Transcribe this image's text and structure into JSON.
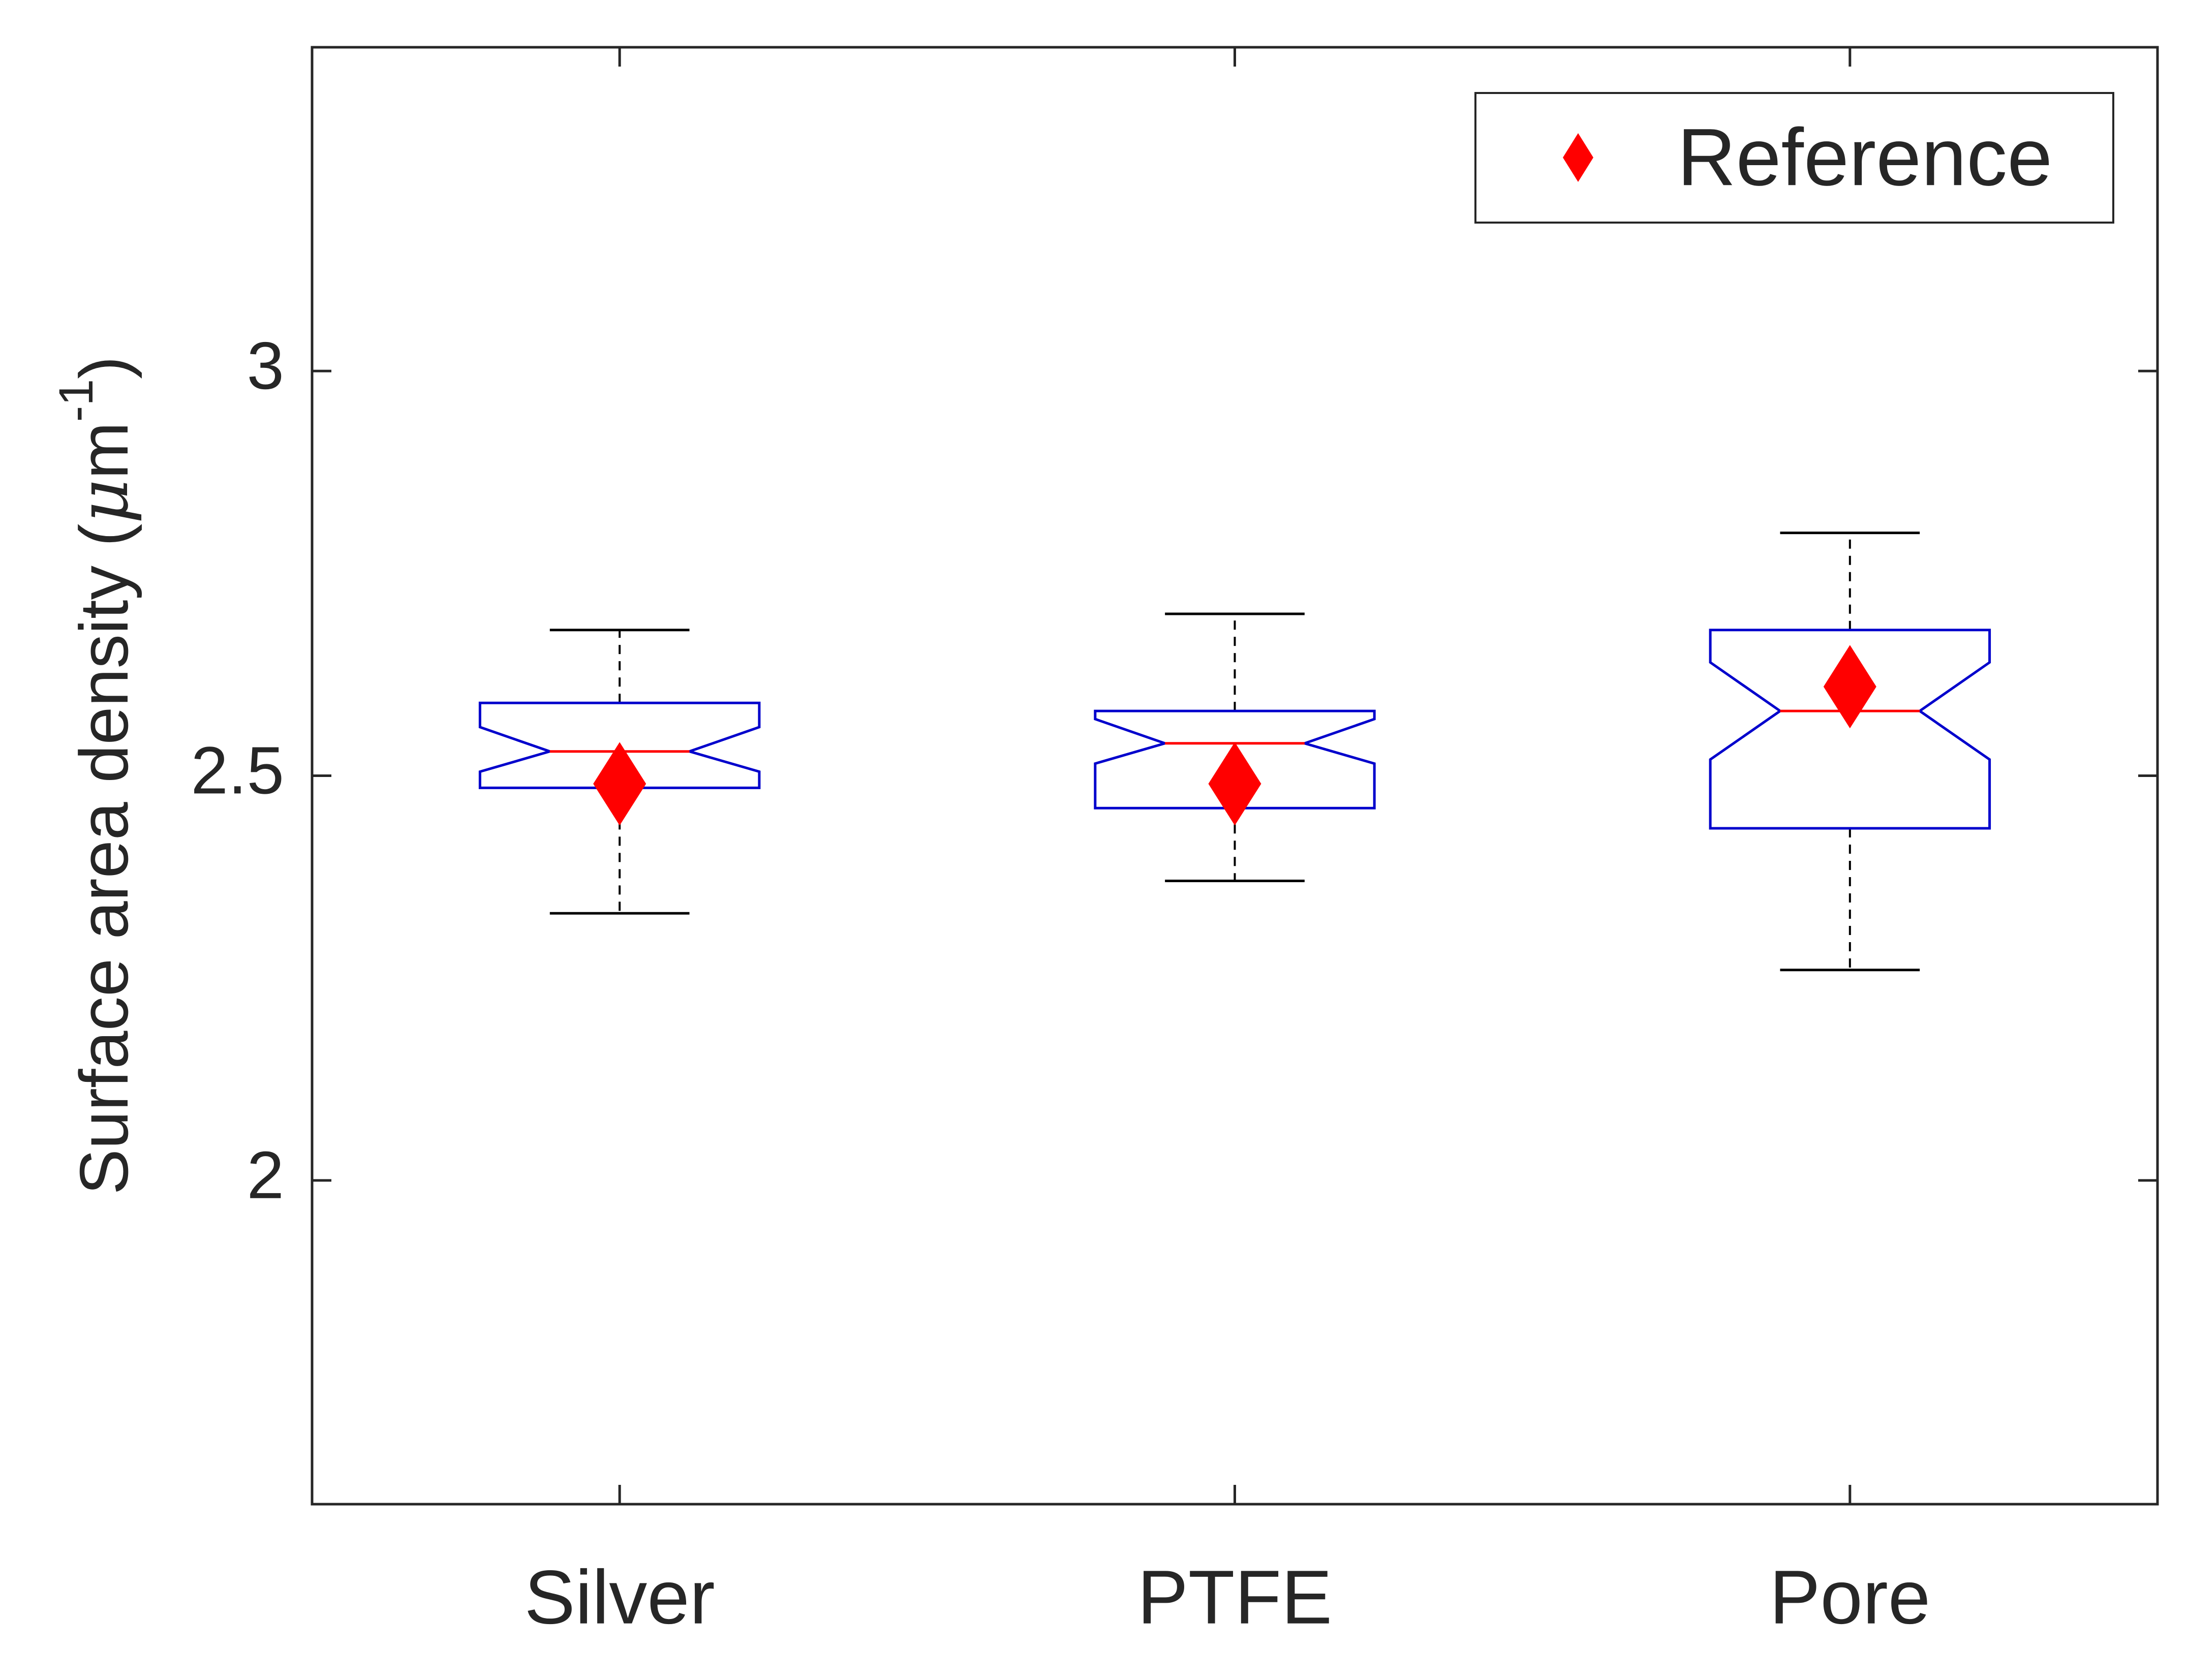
{
  "chart_data": {
    "type": "box",
    "notched": true,
    "categories": [
      "Silver",
      "PTFE",
      "Pore"
    ],
    "ylabel_main": "Surface area density (",
    "ylabel_mu": "μ",
    "ylabel_unit": "m",
    "ylabel_exp": "-1",
    "ylabel_close": ")",
    "ylim": [
      1.6,
      3.4
    ],
    "yticks": [
      2,
      2.5,
      3
    ],
    "ytick_labels": [
      "2",
      "2.5",
      "3"
    ],
    "grid": false,
    "legend": {
      "position": "top-right",
      "entries": [
        "Reference"
      ]
    },
    "boxes": [
      {
        "category": "Silver",
        "whisker_low": 2.33,
        "q1": 2.485,
        "median": 2.53,
        "q3": 2.59,
        "whisker_high": 2.68,
        "notch_low": 2.505,
        "notch_high": 2.56
      },
      {
        "category": "PTFE",
        "whisker_low": 2.37,
        "q1": 2.46,
        "median": 2.54,
        "q3": 2.58,
        "whisker_high": 2.7,
        "notch_low": 2.515,
        "notch_high": 2.57
      },
      {
        "category": "Pore",
        "whisker_low": 2.26,
        "q1": 2.435,
        "median": 2.58,
        "q3": 2.68,
        "whisker_high": 2.8,
        "notch_low": 2.52,
        "notch_high": 2.64
      }
    ],
    "reference": {
      "name": "Reference",
      "values": [
        2.49,
        2.49,
        2.61
      ]
    },
    "colors": {
      "box": "#0000cc",
      "median": "#ff0000",
      "marker": "#ff0000",
      "whisker": "#000000",
      "axis": "#262626"
    }
  }
}
